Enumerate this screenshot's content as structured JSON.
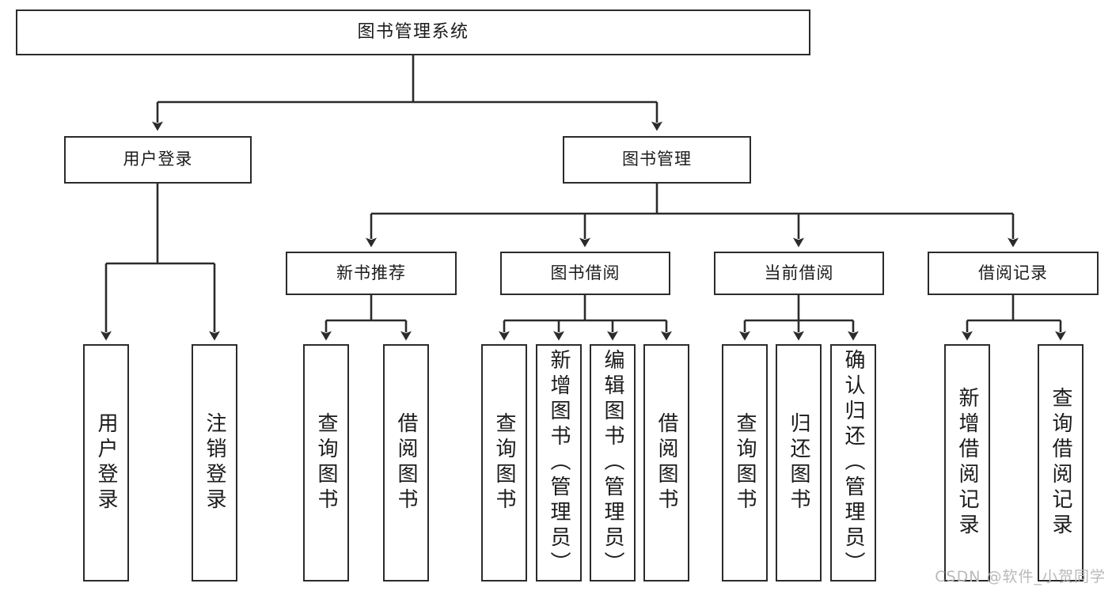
{
  "diagram": {
    "title_node": {
      "label": "图书管理系统"
    },
    "level1": [
      {
        "label": "用户登录"
      },
      {
        "label": "图书管理"
      }
    ],
    "level2": [
      {
        "label": "新书推荐"
      },
      {
        "label": "图书借阅"
      },
      {
        "label": "当前借阅"
      },
      {
        "label": "借阅记录"
      }
    ],
    "leaves": {
      "user_login": [
        {
          "label": "用户登录"
        },
        {
          "label": "注销登录"
        }
      ],
      "new_book_recommend": [
        {
          "label": "查询图书"
        },
        {
          "label": "借阅图书"
        }
      ],
      "book_borrow": [
        {
          "label": "查询图书"
        },
        {
          "label": "新增图书（管理员）"
        },
        {
          "label": "编辑图书（管理员）"
        },
        {
          "label": "借阅图书"
        }
      ],
      "current_borrow": [
        {
          "label": "查询图书"
        },
        {
          "label": "归还图书"
        },
        {
          "label": "确认归还（管理员）"
        }
      ],
      "borrow_record": [
        {
          "label": "新增借阅记录"
        },
        {
          "label": "查询借阅记录"
        }
      ]
    }
  },
  "watermark": {
    "text": "CSDN @软件_小贺同学"
  },
  "colors": {
    "stroke": "#2b2b2b",
    "background": "#ffffff",
    "text": "#1b1b1b",
    "watermark": "#b9b9b9"
  }
}
